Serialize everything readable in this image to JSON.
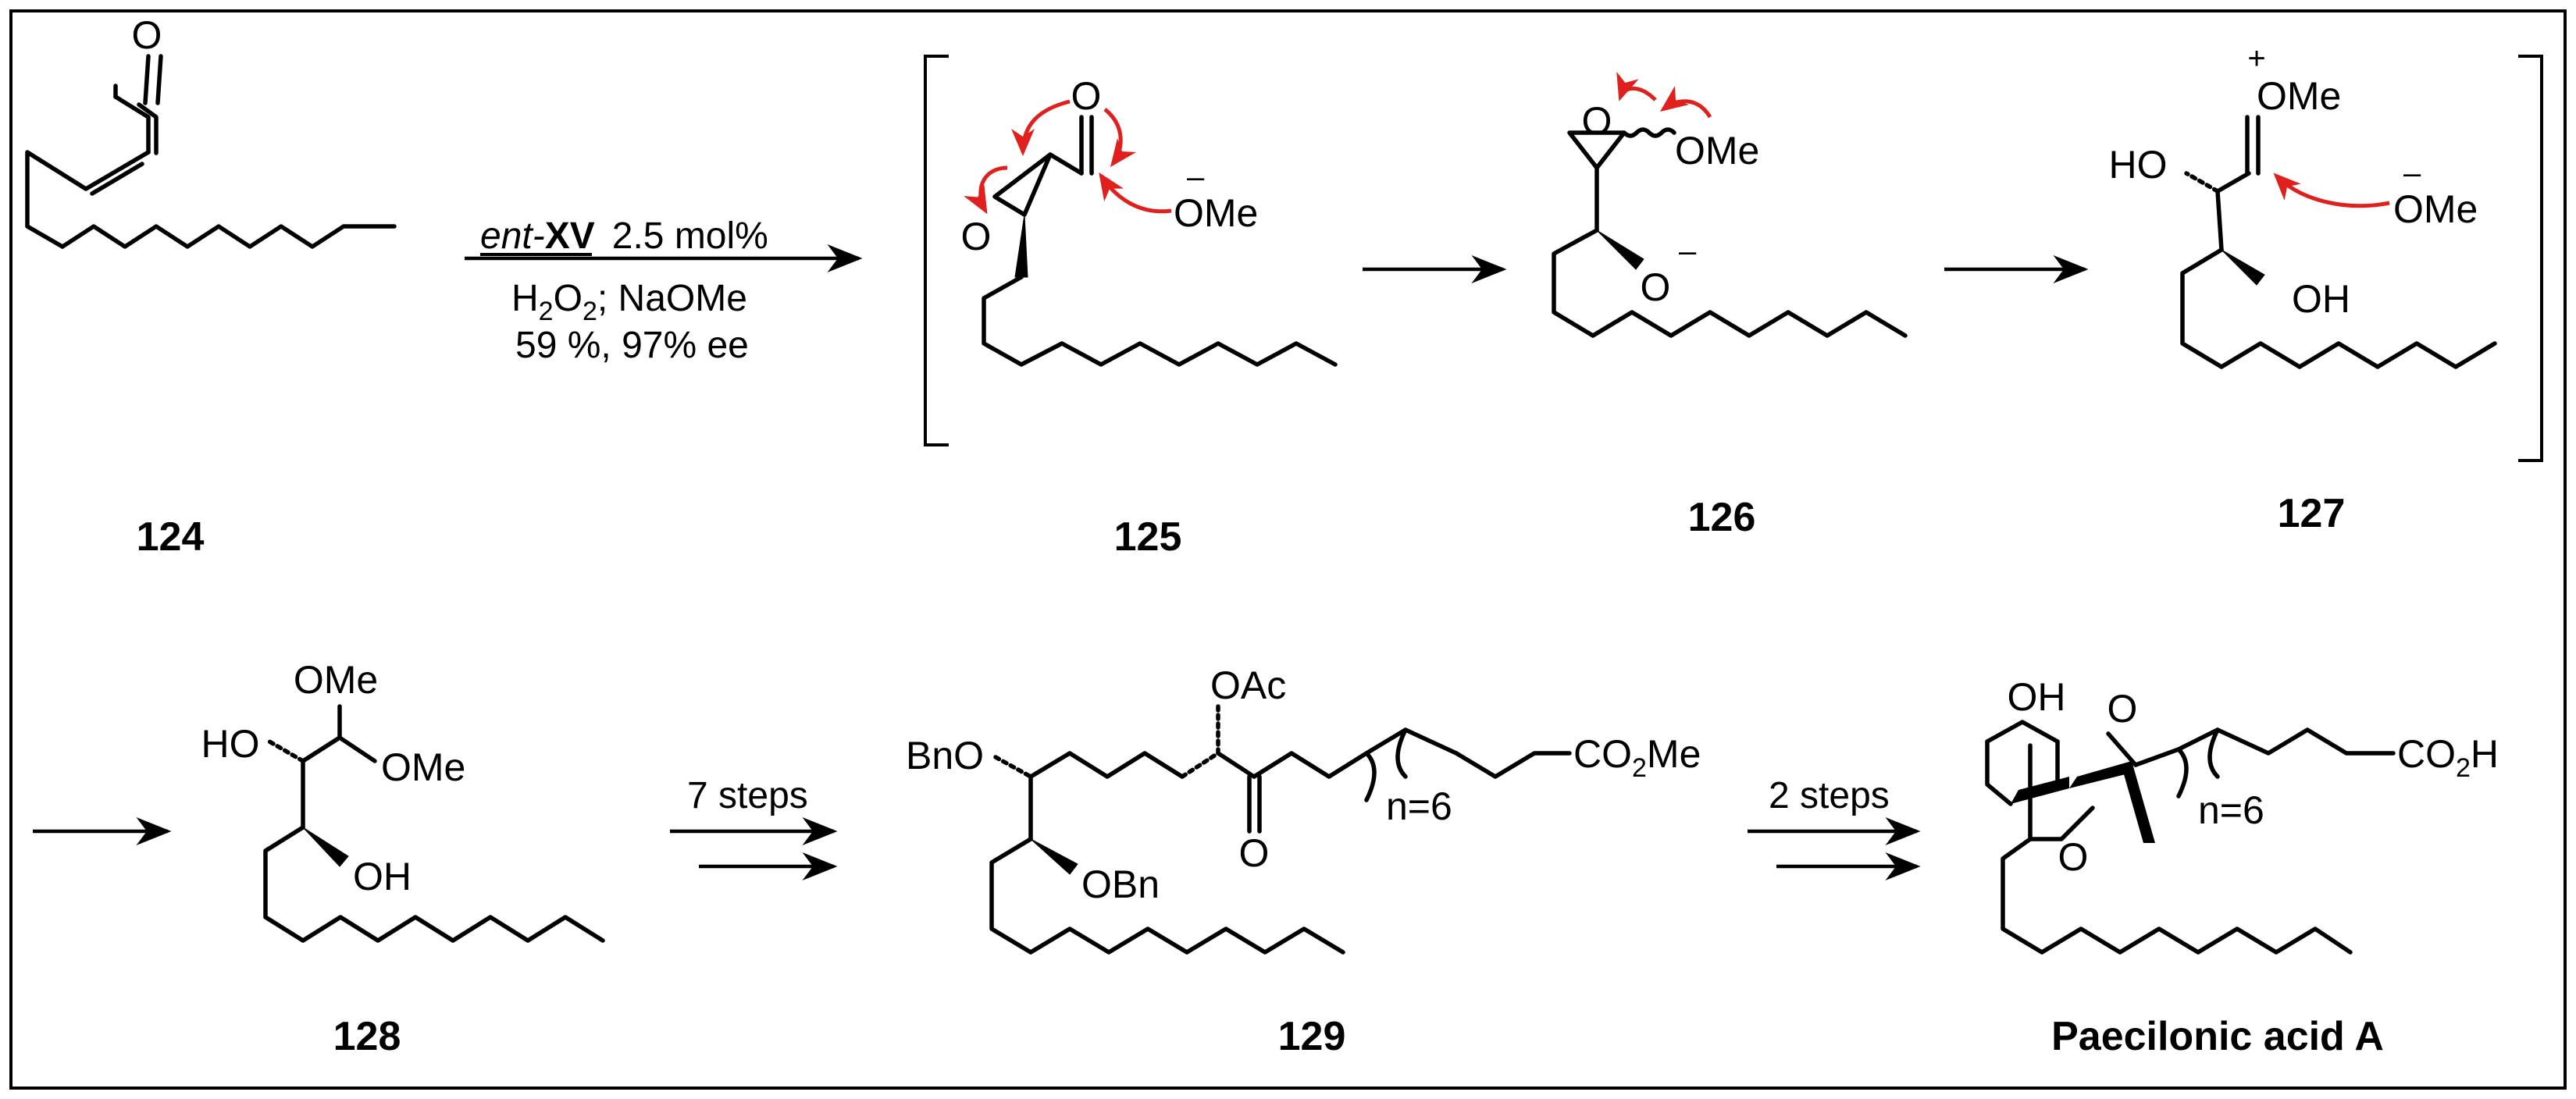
{
  "compounds": {
    "c124": {
      "number": "124",
      "o_label": "O"
    },
    "c125": {
      "number": "125",
      "o_label": "O",
      "epoxide_o": "O",
      "nucleophile": "OMe",
      "charge": "–"
    },
    "c126": {
      "number": "126",
      "epoxide_o": "O",
      "ome": "OMe",
      "alkoxide": "O",
      "charge": "–"
    },
    "c127": {
      "number": "127",
      "oxocarbenium": "OMe",
      "plus": "+",
      "ho": "HO",
      "oh": "OH",
      "nucleophile": "OMe",
      "charge": "–"
    },
    "c128": {
      "number": "128",
      "ome_top": "OMe",
      "ome_side": "OMe",
      "ho": "HO",
      "oh": "OH"
    },
    "c129": {
      "number": "129",
      "oac": "OAc",
      "bno": "BnO",
      "obn": "OBn",
      "ketone_o": "O",
      "chain_n": "n=6",
      "ester": "CO",
      "ester_sub": "2",
      "ester_me": "Me"
    },
    "product": {
      "name": "Paecilonic acid A",
      "oh": "OH",
      "o1": "O",
      "o2": "O",
      "chain_n": "n=6",
      "acid": "CO",
      "acid_sub": "2",
      "acid_h": "H"
    }
  },
  "arrows": {
    "step1": {
      "catalyst_prefix": "ent-",
      "catalyst": "XV",
      "loading": "2.5 mol%",
      "reagents_h": "H",
      "reagents_sub1": "2",
      "reagents_o": "O",
      "reagents_sub2": "2",
      "reagents_rest": "; NaOMe",
      "yield": "59 %, 97% ee"
    },
    "step_128_129": {
      "label": "7 steps"
    },
    "step_129_product": {
      "label": "2 steps"
    }
  }
}
